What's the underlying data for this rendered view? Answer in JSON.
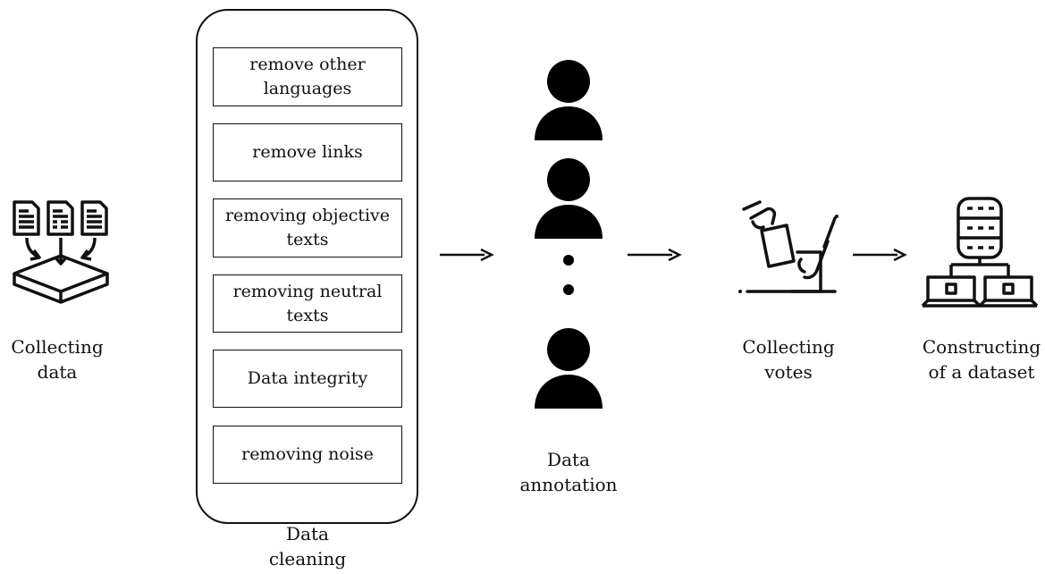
{
  "stages": {
    "collecting": {
      "label": "Collecting\ndata",
      "icon": "documents-to-box-icon"
    },
    "cleaning": {
      "label": "Data\ncleaning",
      "steps": [
        "remove other\nlanguages",
        "remove links",
        "removing objective\ntexts",
        "removing neutral\ntexts",
        "Data integrity",
        "removing noise"
      ]
    },
    "annotation": {
      "label": "Data\nannotation",
      "icon": "person-icon"
    },
    "votes": {
      "label": "Collecting\nvotes",
      "icon": "ballot-voting-icon"
    },
    "dataset": {
      "label": "Constructing\nof a dataset",
      "icon": "database-network-icon"
    }
  }
}
